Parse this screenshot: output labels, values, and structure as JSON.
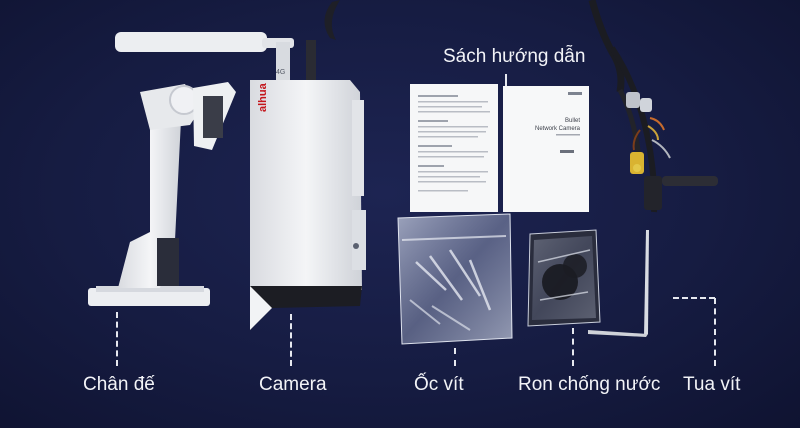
{
  "labels": {
    "manual": "Sách hướng dẫn",
    "stand": "Chân đế",
    "camera": "Camera",
    "screws": "Ốc vít",
    "seal": "Ron chống nước",
    "screwdriver": "Tua vít"
  },
  "camera_branding": {
    "brand_logo": "alhua",
    "model_badge": "4G"
  },
  "manual_cover": {
    "title_line1": "Bullet",
    "title_line2": "Network Camera"
  },
  "colors": {
    "background": "#161c42",
    "label_text": "#f2f3f7",
    "product_white": "#f1f2f4"
  }
}
